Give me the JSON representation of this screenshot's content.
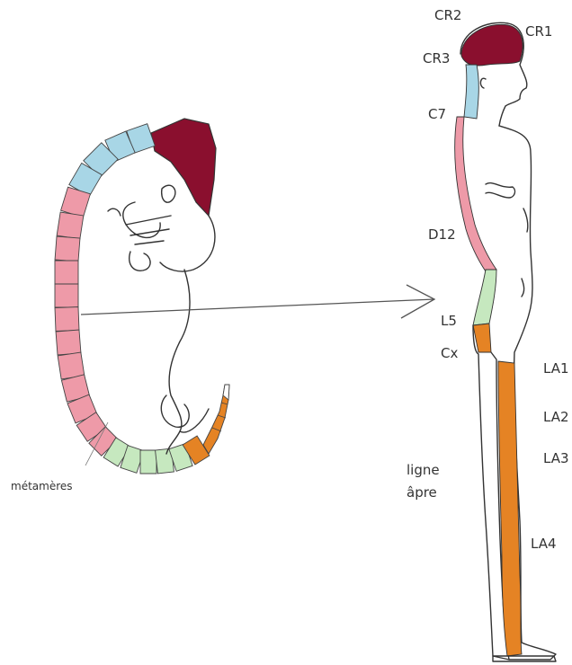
{
  "colors": {
    "cranial": "#8a0f2e",
    "cervical": "#a8d6e6",
    "dorsal": "#ee9aa8",
    "lumbar": "#c6e8bf",
    "limb": "#e58324",
    "line": "#333333"
  },
  "labels": {
    "metameres": "métamères",
    "cr1": "CR1",
    "cr2": "CR2",
    "cr3": "CR3",
    "c7": "C7",
    "d12": "D12",
    "l5": "L5",
    "cx": "Cx",
    "la1": "LA1",
    "la2": "LA2",
    "la3": "LA3",
    "la4": "LA4",
    "ligne": "ligne",
    "apre": "âpre"
  }
}
